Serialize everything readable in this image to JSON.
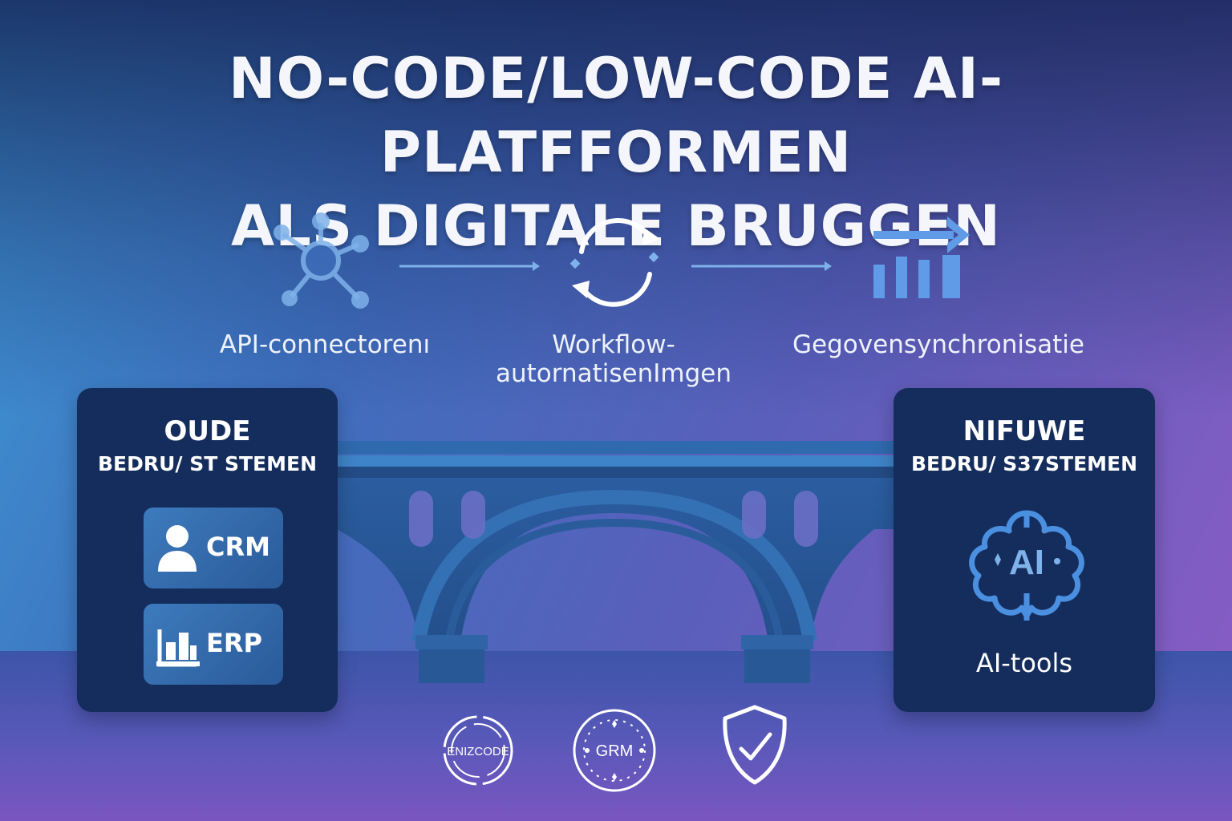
{
  "title": {
    "line1": "NO-CODE/LOW-CODE AI-PLATFFORMEN",
    "line2": "ALS DIGITALE BRUGGEN"
  },
  "features": [
    {
      "label": "API-connectorenı",
      "icon": "network-hub-icon"
    },
    {
      "label_line1": "Workflow-",
      "label_line2": "autornatisenImgen",
      "icon": "refresh-cycle-icon"
    },
    {
      "label": "Gegovensynchronisatie",
      "icon": "bar-chart-arrow-icon"
    }
  ],
  "left_panel": {
    "title_line1": "OUDE",
    "title_line2": "BEDRU/ ST STEMEN",
    "systems": [
      {
        "label": "CRM",
        "icon": "user-icon"
      },
      {
        "label": "ERP",
        "icon": "warehouse-icon"
      }
    ]
  },
  "right_panel": {
    "title_line1": "NIFUWE",
    "title_line2": "BEDRU/ S37STEMEN",
    "ai_icon_text": "AI",
    "tool_label": "AI-tools"
  },
  "badges": [
    {
      "text": "ENIZCODE",
      "icon": "seal-icon"
    },
    {
      "text": "GRM",
      "icon": "seal-icon"
    },
    {
      "icon": "shield-check-icon"
    }
  ],
  "colors": {
    "icon_blue": "#7fb2ea",
    "panel": "#142d5c",
    "bridge": "#2b5da0"
  }
}
